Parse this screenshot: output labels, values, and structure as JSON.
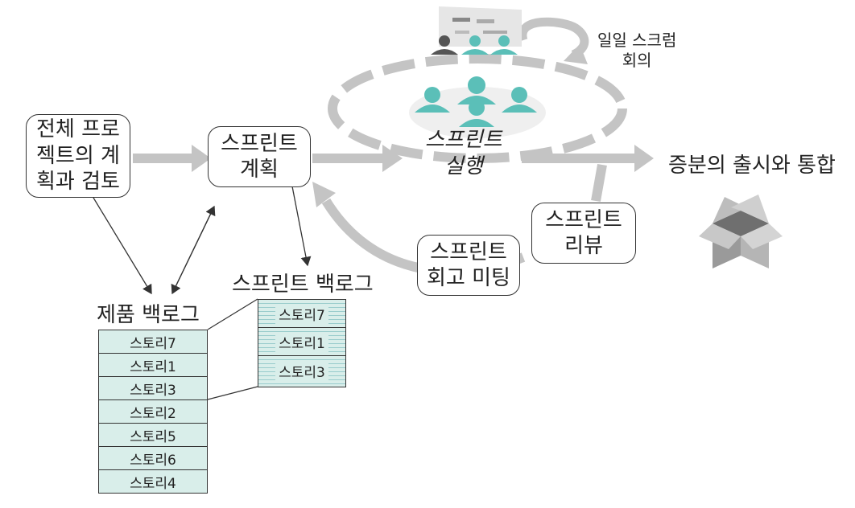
{
  "boxes": {
    "overall_plan_lines": [
      "전체 프로",
      "젝트의 계",
      "획과 검토"
    ],
    "sprint_plan_lines": [
      "스프린트",
      "계획"
    ],
    "sprint_review_lines": [
      "스프린트",
      "리뷰"
    ],
    "sprint_retro_lines": [
      "스프린트",
      "회고 미팅"
    ]
  },
  "labels": {
    "sprint_execution_lines": [
      "스프린트",
      "실행"
    ],
    "daily_scrum_lines": [
      "일일 스크럼",
      "회의"
    ],
    "release": "증분의 출시와 통합",
    "product_backlog_title": "제품 백로그",
    "sprint_backlog_title": "스프린트 백로그"
  },
  "product_backlog": [
    "스토리7",
    "스토리1",
    "스토리3",
    "스토리2",
    "스토리5",
    "스토리6",
    "스토리4"
  ],
  "sprint_backlog": [
    "스토리7",
    "스토리1",
    "스토리3"
  ],
  "icons": [
    "people-icon",
    "whiteboard-icon",
    "box-icon"
  ],
  "colors": {
    "arrow_gray": "#c4c4c4",
    "teal": "#5bbfb8",
    "backlog_fill": "#d9eeea",
    "dark_person": "#555555"
  }
}
